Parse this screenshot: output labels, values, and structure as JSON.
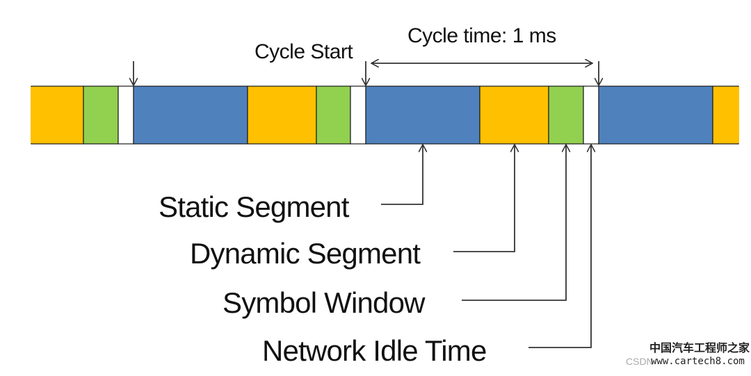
{
  "labels": {
    "cycle_start": "Cycle Start",
    "cycle_time": "Cycle time: 1 ms"
  },
  "segments": {
    "static": "Static Segment",
    "dynamic": "Dynamic Segment",
    "symbol": "Symbol Window",
    "nit": "Network Idle Time"
  },
  "watermark": {
    "cn": "中国汽车工程师之家",
    "csdn": "CSDN",
    "site": "www.cartech8.com"
  },
  "colors": {
    "static": "#4f81bd",
    "dynamic": "#ffc000",
    "symbol": "#92d050",
    "idle": "#ffffff",
    "outline": "#1a1a1a"
  }
}
